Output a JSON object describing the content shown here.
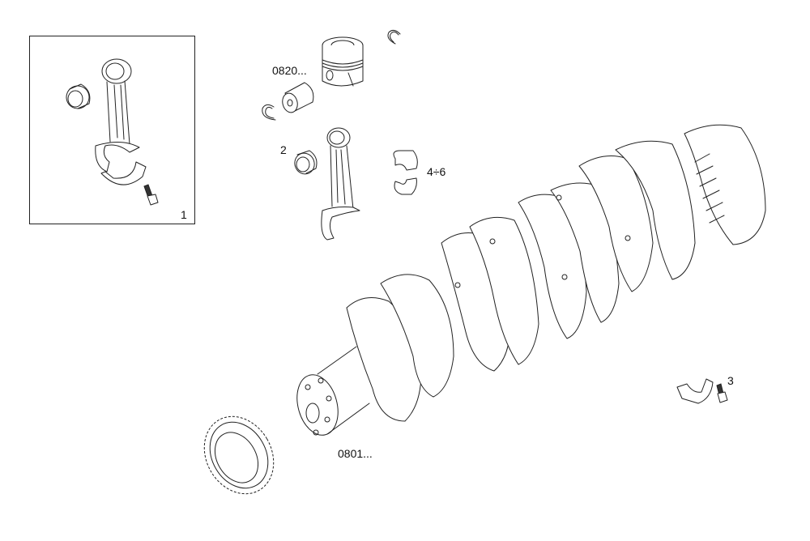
{
  "diagram": {
    "type": "exploded-parts-diagram",
    "subject": "Crankshaft and connecting rod assembly",
    "background": "#ffffff",
    "line_color": "#222222",
    "callouts": [
      {
        "id": "1",
        "label": "1",
        "part": "connecting-rod-kit (inset box)"
      },
      {
        "id": "2",
        "label": "2",
        "part": "small-end-bushing"
      },
      {
        "id": "3",
        "label": "3",
        "part": "rod-cap-bolt"
      },
      {
        "id": "4-6",
        "label": "4÷6",
        "part": "big-end-bearing-shells"
      },
      {
        "id": "0820",
        "label": "0820...",
        "part": "piston-group"
      },
      {
        "id": "0801",
        "label": "0801...",
        "part": "crankshaft-and-gear"
      }
    ]
  }
}
